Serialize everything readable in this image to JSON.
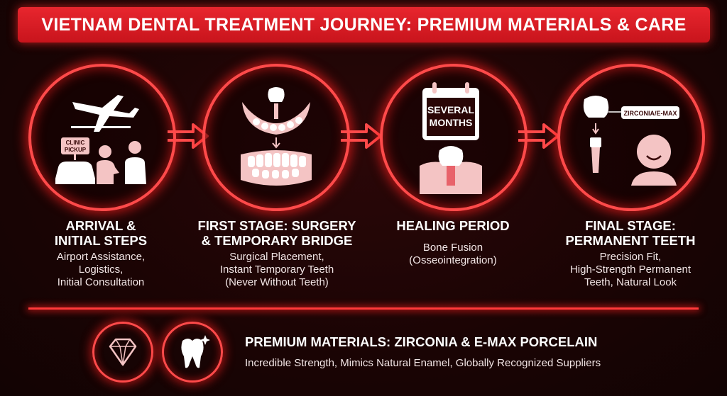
{
  "title": "VIETNAM DENTAL TREATMENT JOURNEY: PREMIUM MATERIALS & CARE",
  "colors": {
    "accent": "#e8262e",
    "glow": "#ff4a4a",
    "background": "#1a0404",
    "icon": "#f4c4c4"
  },
  "steps": [
    {
      "title_lines": [
        "ARRIVAL &",
        "INITIAL STEPS"
      ],
      "desc_lines": [
        "Airport Assistance,",
        "Logistics,",
        "Initial Consultation"
      ],
      "icon": "airplane-car-handshake-icon",
      "sign": [
        "CLINIC",
        "PICKUP"
      ]
    },
    {
      "title_lines": [
        "FIRST STAGE: SURGERY",
        "& TEMPORARY BRIDGE"
      ],
      "desc_lines": [
        "Surgical Placement,",
        "Instant Temporary Teeth",
        "(Never Without Teeth)"
      ],
      "icon": "implant-denture-icon"
    },
    {
      "title_lines": [
        "HEALING PERIOD"
      ],
      "desc_lines": [
        "Bone Fusion",
        "(Osseointegration)"
      ],
      "icon": "calendar-implant-icon",
      "calendar": [
        "SEVERAL",
        "MONTHS"
      ]
    },
    {
      "title_lines": [
        "FINAL STAGE:",
        "PERMANENT TEETH"
      ],
      "desc_lines": [
        "Precision Fit,",
        "High-Strength Permanent",
        "Teeth, Natural Look"
      ],
      "icon": "crown-smiling-person-icon",
      "label": "ZIRCONIA/E-MAX"
    }
  ],
  "materials": {
    "title": "PREMIUM MATERIALS: ZIRCONIA & E-MAX PORCELAIN",
    "desc": "Incredible Strength, Mimics Natural Enamel, Globally Recognized Suppliers",
    "icons": [
      "diamond-icon",
      "sparkling-tooth-icon"
    ]
  }
}
